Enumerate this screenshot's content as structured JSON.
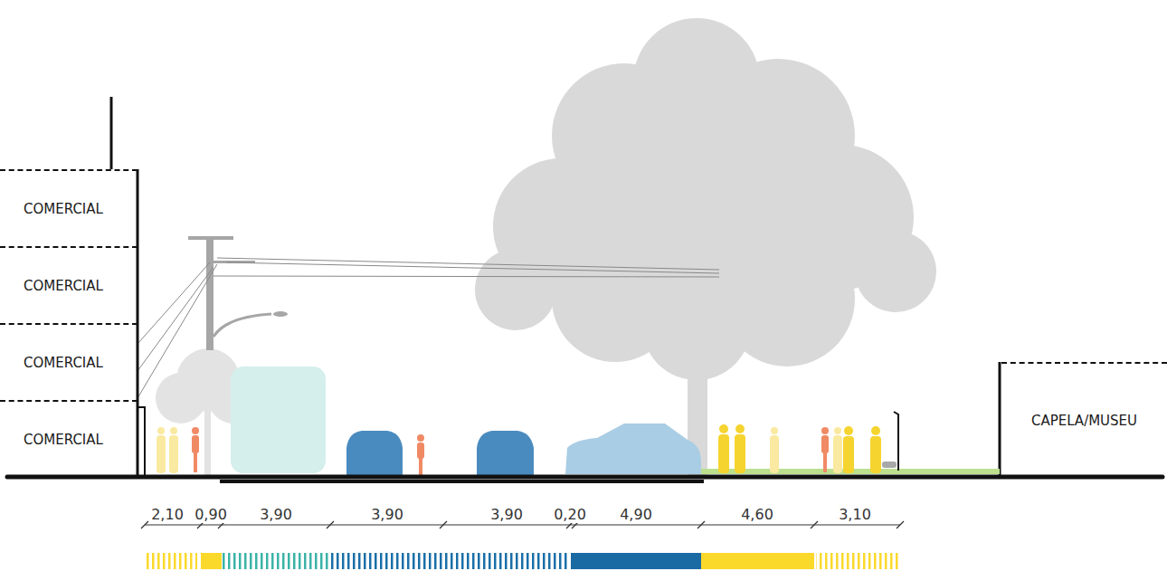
{
  "diagram": {
    "nodes": [
      {
        "text": [
          "COMERCIAL"
        ]
      },
      {
        "text": [
          "COMERCIAL"
        ]
      },
      {
        "text": [
          "COMERCIAL"
        ]
      },
      {
        "text": [
          "COMERCIAL"
        ]
      },
      {
        "text": [
          "CAPELA/MUSEU"
        ]
      }
    ],
    "labels": [
      "2,10",
      "0,90",
      "3,90",
      "3,90",
      "3,90",
      "0,20",
      "4,90",
      "4,60",
      "3,10"
    ]
  }
}
